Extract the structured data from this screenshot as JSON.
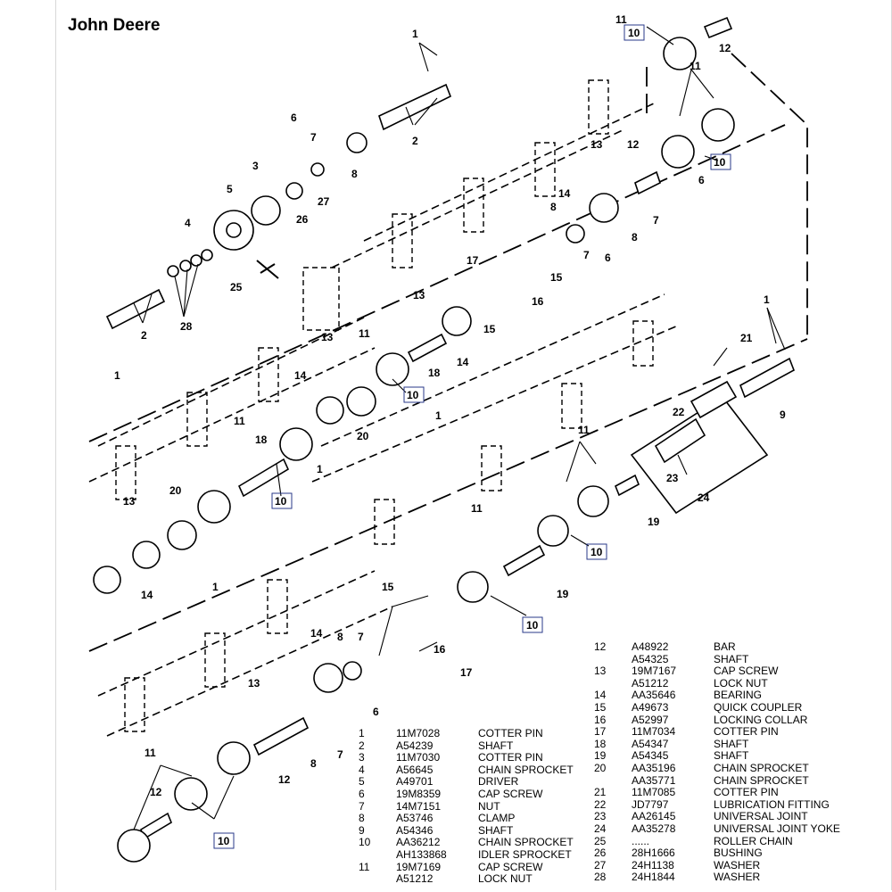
{
  "header": {
    "brand": "John Deere"
  },
  "callouts": [
    {
      "id": "c1a",
      "t": "1"
    },
    {
      "id": "c1b",
      "t": "1"
    },
    {
      "id": "c1c",
      "t": "1"
    },
    {
      "id": "c1d",
      "t": "1"
    },
    {
      "id": "c1e",
      "t": "1"
    },
    {
      "id": "c1f",
      "t": "1"
    },
    {
      "id": "c2a",
      "t": "2"
    },
    {
      "id": "c2b",
      "t": "2"
    },
    {
      "id": "c3",
      "t": "3"
    },
    {
      "id": "c4",
      "t": "4"
    },
    {
      "id": "c5",
      "t": "5"
    },
    {
      "id": "c6a",
      "t": "6"
    },
    {
      "id": "c6b",
      "t": "6"
    },
    {
      "id": "c6c",
      "t": "6"
    },
    {
      "id": "c6d",
      "t": "6"
    },
    {
      "id": "c7a",
      "t": "7"
    },
    {
      "id": "c7b",
      "t": "7"
    },
    {
      "id": "c7c",
      "t": "7"
    },
    {
      "id": "c7d",
      "t": "7"
    },
    {
      "id": "c7e",
      "t": "7"
    },
    {
      "id": "c8a",
      "t": "8"
    },
    {
      "id": "c8b",
      "t": "8"
    },
    {
      "id": "c8c",
      "t": "8"
    },
    {
      "id": "c8d",
      "t": "8"
    },
    {
      "id": "c8e",
      "t": "8"
    },
    {
      "id": "c9",
      "t": "9"
    },
    {
      "id": "c10a",
      "t": "10"
    },
    {
      "id": "c10b",
      "t": "10"
    },
    {
      "id": "c10c",
      "t": "10"
    },
    {
      "id": "c10d",
      "t": "10"
    },
    {
      "id": "c10e",
      "t": "10"
    },
    {
      "id": "c10f",
      "t": "10"
    },
    {
      "id": "c10g",
      "t": "10"
    },
    {
      "id": "c11a",
      "t": "11"
    },
    {
      "id": "c11b",
      "t": "11"
    },
    {
      "id": "c11c",
      "t": "11"
    },
    {
      "id": "c11d",
      "t": "11"
    },
    {
      "id": "c11e",
      "t": "11"
    },
    {
      "id": "c11f",
      "t": "11"
    },
    {
      "id": "c11g",
      "t": "11"
    },
    {
      "id": "c12a",
      "t": "12"
    },
    {
      "id": "c12b",
      "t": "12"
    },
    {
      "id": "c12c",
      "t": "12"
    },
    {
      "id": "c12d",
      "t": "12"
    },
    {
      "id": "c13a",
      "t": "13"
    },
    {
      "id": "c13b",
      "t": "13"
    },
    {
      "id": "c13c",
      "t": "13"
    },
    {
      "id": "c13d",
      "t": "13"
    },
    {
      "id": "c13e",
      "t": "13"
    },
    {
      "id": "c14a",
      "t": "14"
    },
    {
      "id": "c14b",
      "t": "14"
    },
    {
      "id": "c14c",
      "t": "14"
    },
    {
      "id": "c14d",
      "t": "14"
    },
    {
      "id": "c14e",
      "t": "14"
    },
    {
      "id": "c15a",
      "t": "15"
    },
    {
      "id": "c15b",
      "t": "15"
    },
    {
      "id": "c15c",
      "t": "15"
    },
    {
      "id": "c16a",
      "t": "16"
    },
    {
      "id": "c16b",
      "t": "16"
    },
    {
      "id": "c17a",
      "t": "17"
    },
    {
      "id": "c17b",
      "t": "17"
    },
    {
      "id": "c18a",
      "t": "18"
    },
    {
      "id": "c18b",
      "t": "18"
    },
    {
      "id": "c19a",
      "t": "19"
    },
    {
      "id": "c19b",
      "t": "19"
    },
    {
      "id": "c20a",
      "t": "20"
    },
    {
      "id": "c20b",
      "t": "20"
    },
    {
      "id": "c21",
      "t": "21"
    },
    {
      "id": "c22",
      "t": "22"
    },
    {
      "id": "c23",
      "t": "23"
    },
    {
      "id": "c24",
      "t": "24"
    },
    {
      "id": "c25",
      "t": "25"
    },
    {
      "id": "c26",
      "t": "26"
    },
    {
      "id": "c27",
      "t": "27"
    },
    {
      "id": "c28",
      "t": "28"
    }
  ],
  "legend_left": [
    {
      "n": "1",
      "p": "11M7028",
      "d": "COTTER PIN"
    },
    {
      "n": "2",
      "p": "A54239",
      "d": "SHAFT"
    },
    {
      "n": "3",
      "p": "11M7030",
      "d": "COTTER PIN"
    },
    {
      "n": "4",
      "p": "A56645",
      "d": "CHAIN SPROCKET"
    },
    {
      "n": "5",
      "p": "A49701",
      "d": "DRIVER"
    },
    {
      "n": "6",
      "p": "19M8359",
      "d": "CAP SCREW"
    },
    {
      "n": "7",
      "p": "14M7151",
      "d": "NUT"
    },
    {
      "n": "8",
      "p": "A53746",
      "d": "CLAMP"
    },
    {
      "n": "9",
      "p": "A54346",
      "d": "SHAFT"
    },
    {
      "n": "10",
      "p": "AA36212",
      "d": "CHAIN SPROCKET"
    },
    {
      "n": "",
      "p": "AH133868",
      "d": "IDLER SPROCKET"
    },
    {
      "n": "11",
      "p": "19M7169",
      "d": "CAP SCREW"
    },
    {
      "n": "",
      "p": "A51212",
      "d": "LOCK NUT"
    }
  ],
  "legend_right": [
    {
      "n": "12",
      "p": "A48922",
      "d": "BAR"
    },
    {
      "n": "",
      "p": "A54325",
      "d": "SHAFT"
    },
    {
      "n": "13",
      "p": "19M7167",
      "d": "CAP SCREW"
    },
    {
      "n": "",
      "p": "A51212",
      "d": "LOCK NUT"
    },
    {
      "n": "14",
      "p": "AA35646",
      "d": "BEARING"
    },
    {
      "n": "15",
      "p": "A49673",
      "d": "QUICK COUPLER"
    },
    {
      "n": "16",
      "p": "A52997",
      "d": "LOCKING COLLAR"
    },
    {
      "n": "17",
      "p": "11M7034",
      "d": "COTTER PIN"
    },
    {
      "n": "18",
      "p": "A54347",
      "d": "SHAFT"
    },
    {
      "n": "19",
      "p": "A54345",
      "d": "SHAFT"
    },
    {
      "n": "20",
      "p": "AA35196",
      "d": "CHAIN SPROCKET"
    },
    {
      "n": "",
      "p": "AA35771",
      "d": "CHAIN SPROCKET"
    },
    {
      "n": "21",
      "p": "11M7085",
      "d": "COTTER PIN"
    },
    {
      "n": "22",
      "p": "JD7797",
      "d": "LUBRICATION FITTING"
    },
    {
      "n": "23",
      "p": "AA26145",
      "d": "UNIVERSAL JOINT"
    },
    {
      "n": "24",
      "p": "AA35278",
      "d": "UNIVERSAL JOINT YOKE"
    },
    {
      "n": "25",
      "p": "......",
      "d": "ROLLER CHAIN"
    },
    {
      "n": "26",
      "p": "28H1666",
      "d": "BUSHING"
    },
    {
      "n": "27",
      "p": "24H1138",
      "d": "WASHER"
    },
    {
      "n": "28",
      "p": "24H1844",
      "d": "WASHER"
    }
  ]
}
